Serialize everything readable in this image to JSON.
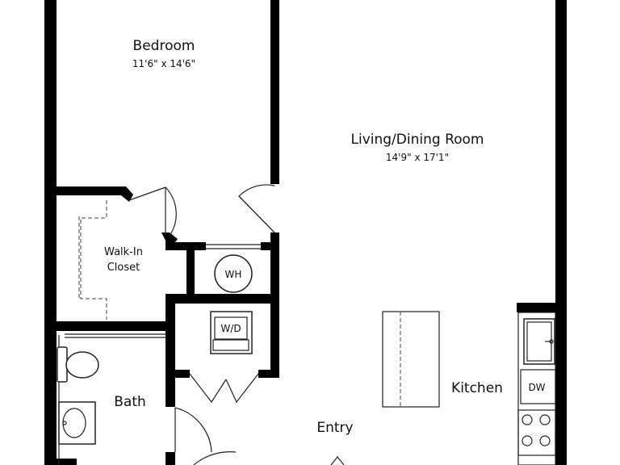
{
  "rooms": {
    "bedroom": {
      "name": "Bedroom",
      "dimensions": "11'6\" x 14'6\""
    },
    "living": {
      "name": "Living/Dining Room",
      "dimensions": "14'9\" x 17'1\""
    },
    "closet": {
      "line1": "Walk-In",
      "line2": "Closet"
    },
    "bath": {
      "name": "Bath"
    },
    "kitchen": {
      "name": "Kitchen"
    },
    "entry": {
      "name": "Entry"
    }
  },
  "appliances": {
    "water_heater": "WH",
    "washer_dryer": "W/D",
    "dishwasher": "DW"
  }
}
